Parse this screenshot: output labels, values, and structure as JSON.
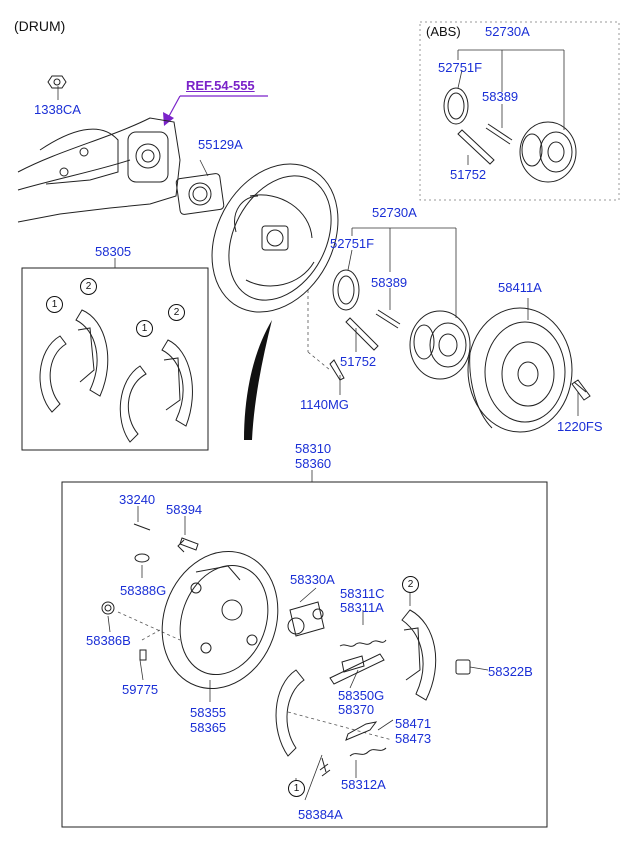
{
  "header": {
    "title": "(DRUM)"
  },
  "labels": {
    "abs": "(ABS)",
    "ref": "REF.54-555",
    "p1338CA": "1338CA",
    "p55129A": "55129A",
    "p52730A_abs": "52730A",
    "p52751F_abs": "52751F",
    "p58389_abs": "58389",
    "p51752_abs": "51752",
    "p52730A": "52730A",
    "p52751F": "52751F",
    "p58389": "58389",
    "p51752": "51752",
    "p1140MG": "1140MG",
    "p58411A": "58411A",
    "p1220FS": "1220FS",
    "p58305": "58305",
    "p58310": "58310",
    "p58360": "58360",
    "p33240": "33240",
    "p58394": "58394",
    "p58388G": "58388G",
    "p58386B": "58386B",
    "p59775": "59775",
    "p58330A": "58330A",
    "p58311C": "58311C",
    "p58311A": "58311A",
    "p58350G": "58350G",
    "p58370": "58370",
    "p58322B": "58322B",
    "p58355": "58355",
    "p58365": "58365",
    "p58471": "58471",
    "p58473": "58473",
    "p58312A": "58312A",
    "p58384A": "58384A"
  },
  "callouts": {
    "c1": "1",
    "c2": "2",
    "c3": "1",
    "c4": "2",
    "c5": "2",
    "c6": "1"
  }
}
